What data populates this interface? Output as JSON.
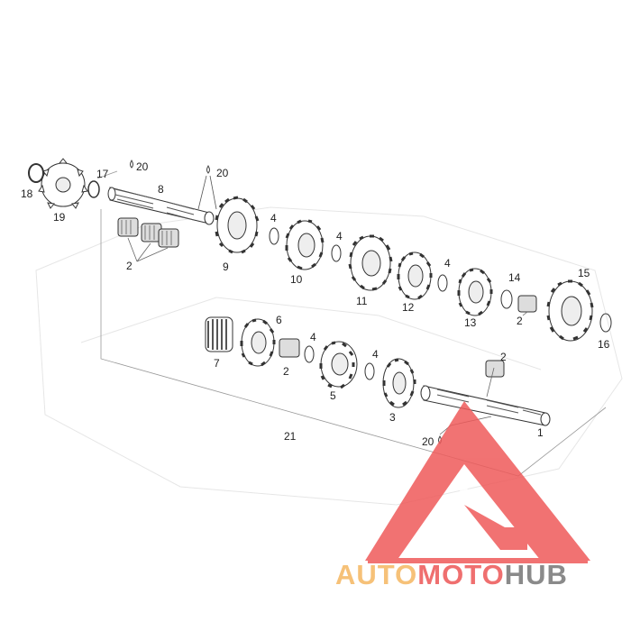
{
  "diagram": {
    "labels": {
      "l1": "1",
      "l2a": "2",
      "l2b": "2",
      "l2c": "2",
      "l2d": "2",
      "l3": "3",
      "l4a": "4",
      "l4b": "4",
      "l4c": "4",
      "l4d": "4",
      "l4e": "4",
      "l5": "5",
      "l6": "6",
      "l7": "7",
      "l8": "8",
      "l9": "9",
      "l10": "10",
      "l11": "11",
      "l12": "12",
      "l13": "13",
      "l14": "14",
      "l15": "15",
      "l16": "16",
      "l17": "17",
      "l18": "18",
      "l19": "19",
      "l20a": "20",
      "l20b": "20",
      "l20c": "20",
      "l21": "21"
    }
  },
  "watermark": {
    "part1": "AUTO",
    "part2": "MOTO",
    "part3": "HUB",
    "colors": {
      "auto": "#f6c178",
      "moto": "#ef6f6f",
      "hub": "#8a8a8a",
      "logo": "#ef5a5a"
    }
  }
}
